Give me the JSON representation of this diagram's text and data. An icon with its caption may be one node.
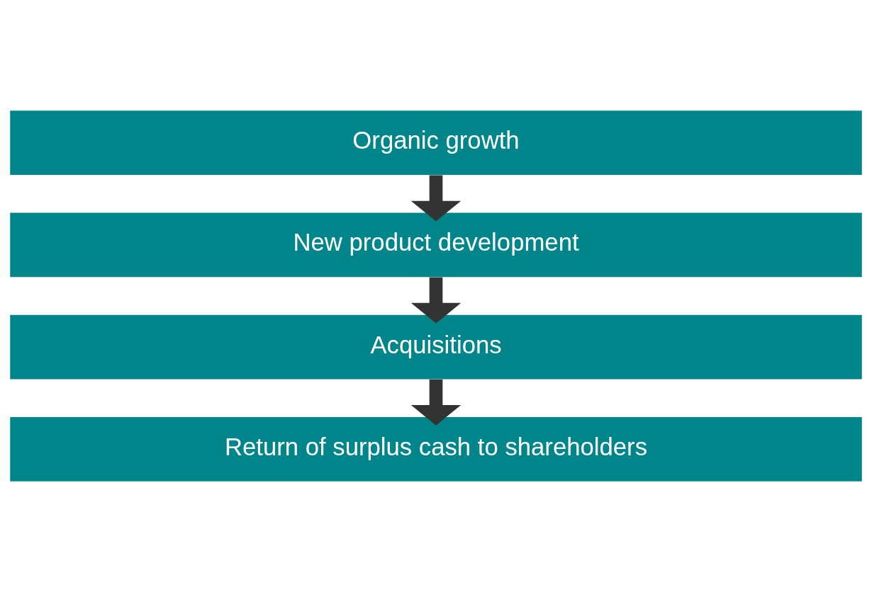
{
  "diagram": {
    "nodes": [
      {
        "text": [
          "Organic growth"
        ]
      },
      {
        "text": [
          "New product development"
        ]
      },
      {
        "text": [
          "Acquisitions"
        ]
      },
      {
        "text": [
          "Return of surplus cash to shareholders"
        ]
      }
    ],
    "edges": [
      {
        "from": 0,
        "to": 1,
        "arrow": "to"
      },
      {
        "from": 1,
        "to": 2,
        "arrow": "to"
      },
      {
        "from": 2,
        "to": 3,
        "arrow": "to"
      }
    ]
  }
}
